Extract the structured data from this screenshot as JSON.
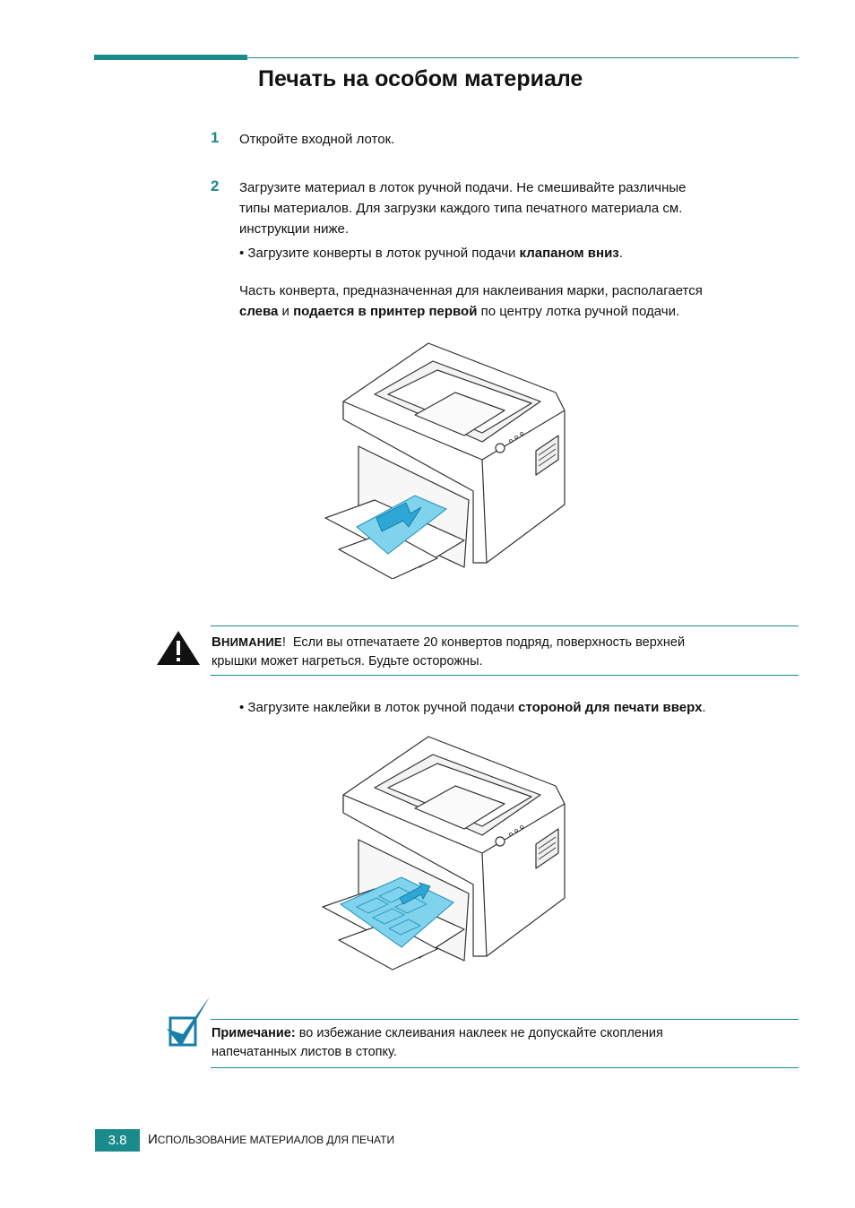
{
  "heading": "Печать на особом материале",
  "steps": [
    {
      "num": "1",
      "text": "Откройте входной лоток."
    },
    {
      "num": "2",
      "text_lines": [
        "Загрузите материал в лоток ручной подачи. Не смешивайте различные",
        "типы материалов. Для загрузки каждого типа печатного материала см.",
        "инструкции ниже."
      ]
    }
  ],
  "envelopes": {
    "bullet_prefix": "• Загрузите конверты в лоток ручной подачи ",
    "bullet_bold": "клапаном вниз",
    "bullet_suffix": ".",
    "para_line1": "Часть конверта, предназначенная для наклеивания марки, располагается",
    "para_bold1": "слева",
    "para_mid": " и ",
    "para_bold2": "подается в принтер первой",
    "para_tail": " по центру лотка ручной подачи."
  },
  "caution": {
    "label_first": "В",
    "label_rest": "НИМАНИЕ",
    "label_excl": "!",
    "text1": "Если вы отпечатаете 20 конвертов подряд, поверхность верхней",
    "text2": "крышки может нагреться. Будьте осторожны."
  },
  "labels": {
    "bullet_prefix": "• Загрузите наклейки в лоток ручной подачи ",
    "bullet_bold": "стороной для печати вверх",
    "bullet_suffix": "."
  },
  "note": {
    "label": "Примечание:",
    "text1": " во избежание склеивания наклеек не допускайте скопления",
    "text2": "напечатанных листов в стопку."
  },
  "footer": {
    "page_num": "3.8",
    "title_first": "И",
    "title_rest": "СПОЛЬЗОВАНИЕ МАТЕРИАЛОВ ДЛЯ ПЕЧАТИ"
  },
  "colors": {
    "accent": "#1a8a8a",
    "media_blue": "#7fd3ec"
  }
}
